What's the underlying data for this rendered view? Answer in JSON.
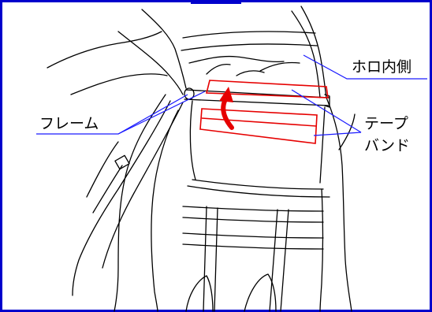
{
  "labels": {
    "hood_inner": "ホロ内側",
    "frame": "フレーム",
    "tape": "テープ",
    "band": "バンド"
  },
  "colors": {
    "border": "#0000cc",
    "leader": "#1a1aff",
    "highlight": "#e60000",
    "line": "#000000"
  }
}
